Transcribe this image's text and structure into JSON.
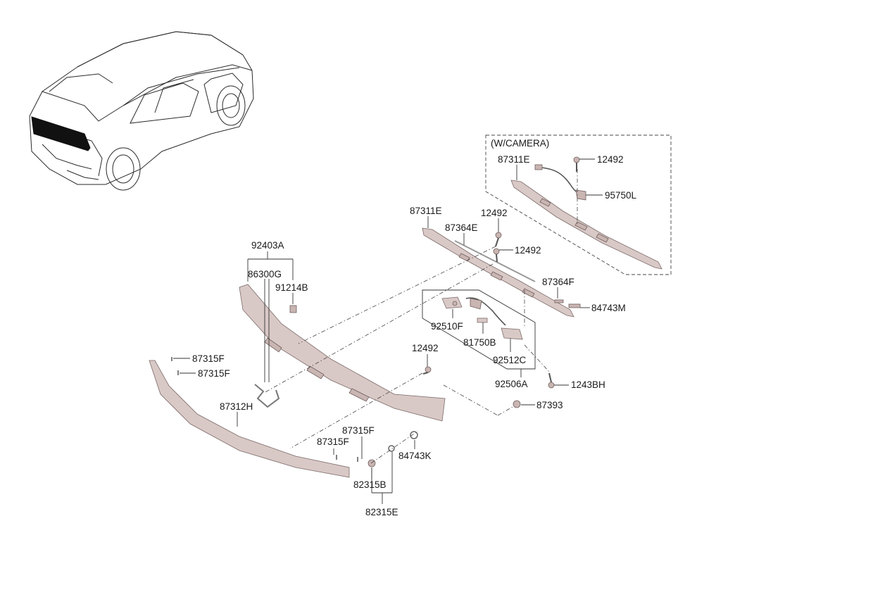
{
  "box_title": "(W/CAMERA)",
  "labels": {
    "p87311E_cam": "87311E",
    "p12492_cam": "12492",
    "p95750L": "95750L",
    "p87311E": "87311E",
    "p12492_a": "12492",
    "p87364E": "87364E",
    "p12492_b": "12492",
    "p92403A": "92403A",
    "p86300G": "86300G",
    "p91214B": "91214B",
    "p87364F": "87364F",
    "p84743M": "84743M",
    "p92510F": "92510F",
    "p81750B": "81750B",
    "p92512C": "92512C",
    "p92506A": "92506A",
    "p12492_c": "12492",
    "p1243BH": "1243BH",
    "p87393": "87393",
    "p87315F_a": "87315F",
    "p87315F_b": "87315F",
    "p87312H": "87312H",
    "p87315F_c": "87315F",
    "p87315F_d": "87315F",
    "p84743K": "84743K",
    "p82315B": "82315B",
    "p82315E": "82315E"
  },
  "colors": {
    "part_fill": "#d9c9c6",
    "part_stroke": "#7a6a68",
    "tailgate_strip": "#111111"
  }
}
